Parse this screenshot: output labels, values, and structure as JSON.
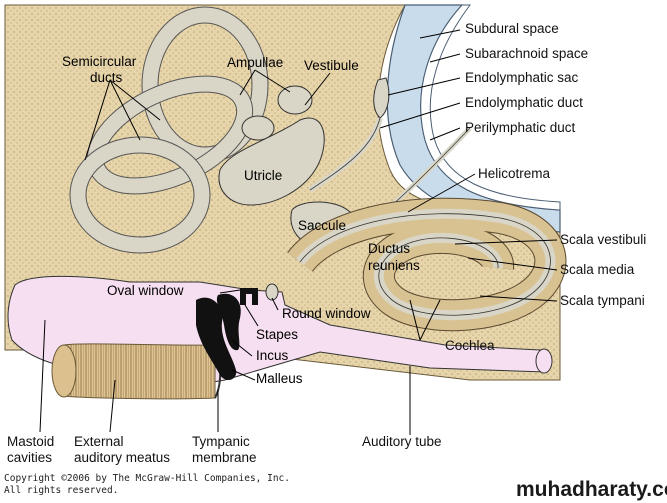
{
  "labels": {
    "subdural_space": "Subdural space",
    "subarachnoid_space": "Subarachnoid space",
    "endolymphatic_sac": "Endolymphatic sac",
    "endolymphatic_duct": "Endolymphatic duct",
    "perilymphatic_duct": "Perilymphatic duct",
    "helicotrema": "Helicotrema",
    "scala_vestibuli": "Scala vestibuli",
    "scala_media": "Scala media",
    "scala_tympani": "Scala tympani",
    "cochlea": "Cochlea",
    "auditory_tube": "Auditory tube",
    "semicircular_ducts_1": "Semicircular",
    "semicircular_ducts_2": "ducts",
    "ampullae": "Ampullae",
    "vestibule": "Vestibule",
    "utricle": "Utricle",
    "saccule": "Saccule",
    "ductus_reuniens_1": "Ductus",
    "ductus_reuniens_2": "reuniens",
    "oval_window": "Oval window",
    "stapes": "Stapes",
    "round_window": "Round window",
    "incus": "Incus",
    "malleus": "Malleus",
    "mastoid_cavities_1": "Mastoid",
    "mastoid_cavities_2": "cavities",
    "external_auditory_meatus_1": "External",
    "external_auditory_meatus_2": "auditory meatus",
    "tympanic_membrane_1": "Tympanic",
    "tympanic_membrane_2": "membrane"
  },
  "copyright": {
    "line1": "Copyright ©2006 by The McGraw-Hill Companies, Inc.",
    "line2": "All rights reserved."
  },
  "watermark": "muhadharaty.com",
  "colors": {
    "membrane_fill": "#d9d6c7",
    "bone_fill": "#e4d2a8",
    "cochlea_fill": "#d9c292",
    "middle_ear_fill": "#f6dff0",
    "meatus_fill": "#dcc08e",
    "ossicle_fill": "#111111",
    "dura_fill": "#c9dceb"
  }
}
